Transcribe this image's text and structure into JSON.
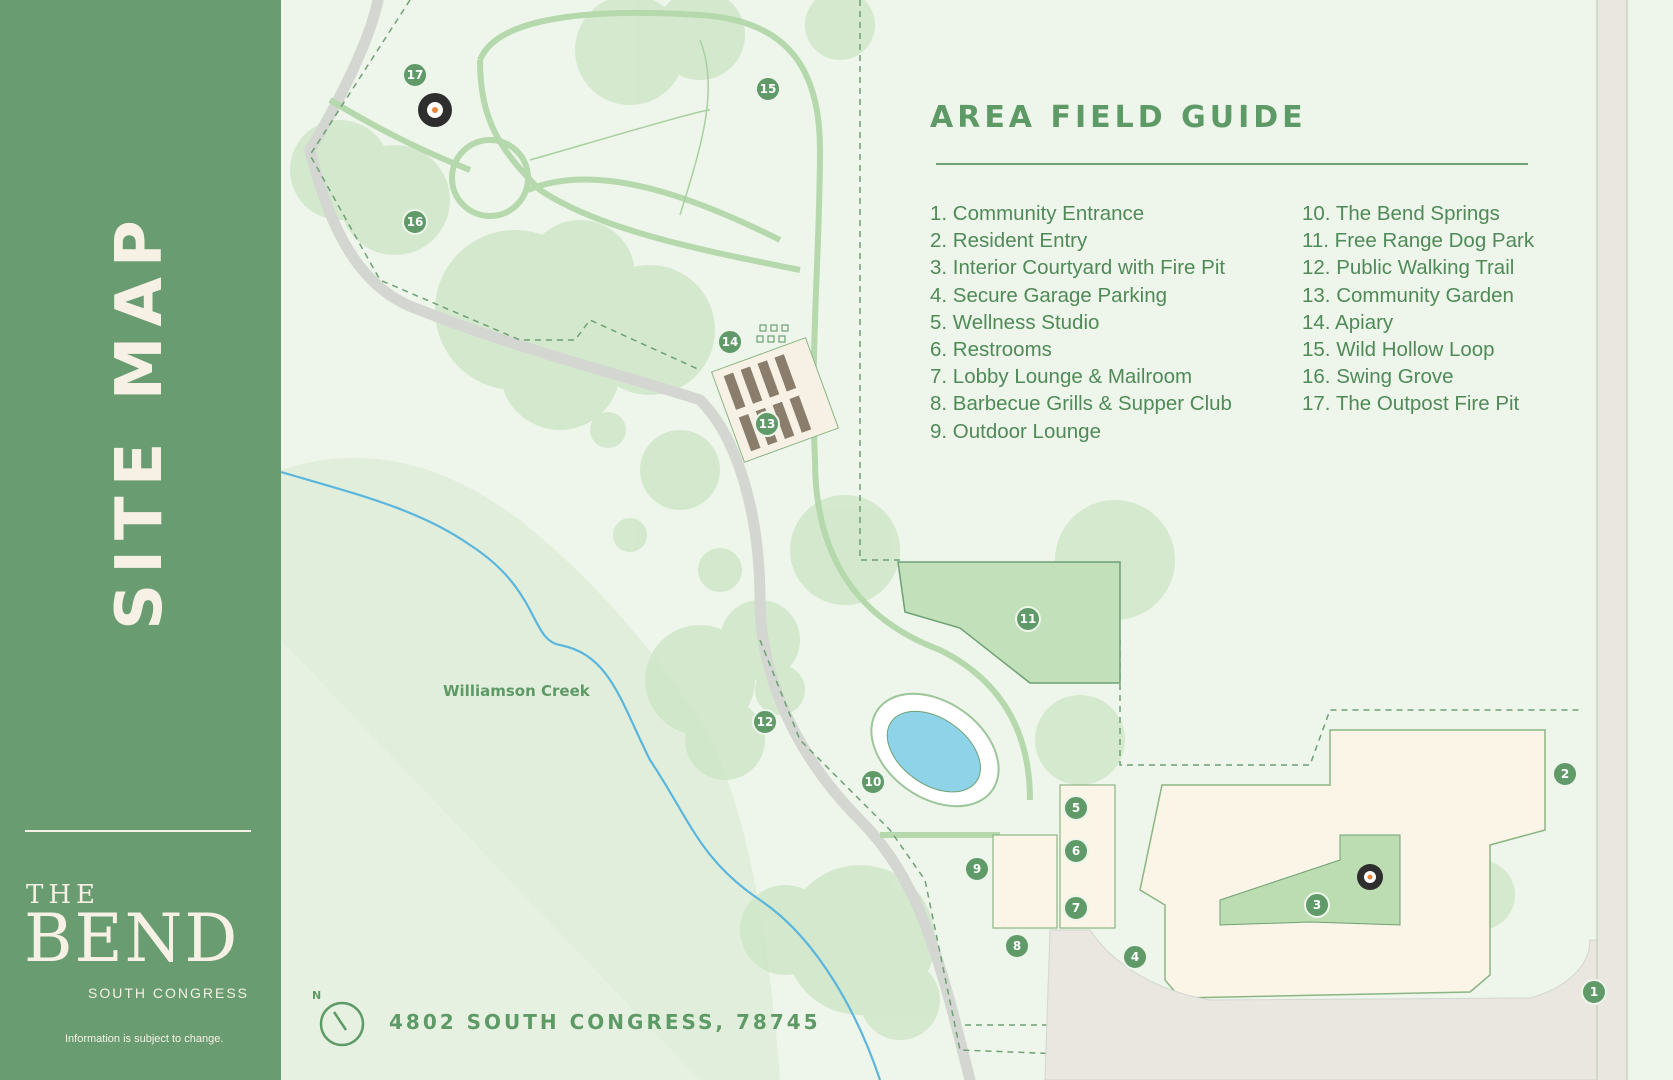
{
  "sidebar": {
    "title": "SITE MAP",
    "brand_the": "THE",
    "brand_name": "BEND",
    "brand_sub": "SOUTH CONGRESS",
    "disclaimer": "Information is subject to change."
  },
  "guide": {
    "title": "AREA FIELD GUIDE",
    "column_1": [
      "1. Community Entrance",
      "2. Resident Entry",
      "3. Interior Courtyard with Fire Pit",
      "4. Secure Garage Parking",
      "5. Wellness Studio",
      "6. Restrooms",
      "7. Lobby Lounge & Mailroom",
      "8. Barbecue Grills & Supper Club",
      "9. Outdoor Lounge"
    ],
    "column_2": [
      "10. The Bend Springs",
      "11. Free Range Dog Park",
      "12. Public Walking Trail",
      "13. Community Garden",
      "14. Apiary",
      "15. Wild Hollow Loop",
      "16. Swing Grove",
      "17. The Outpost Fire Pit"
    ]
  },
  "map": {
    "creek_label": "Williamson Creek",
    "address": "4802 SOUTH CONGRESS, 78745",
    "compass_label": "N",
    "markers": [
      "1",
      "2",
      "3",
      "4",
      "5",
      "6",
      "7",
      "8",
      "9",
      "10",
      "11",
      "12",
      "13",
      "14",
      "15",
      "16",
      "17"
    ]
  },
  "colors": {
    "sidebar": "#699d71",
    "accent": "#5e9a66",
    "background": "#eef5ea",
    "pool": "#8fd3e8",
    "building": "#faf5e6",
    "creek": "#5bb6dd"
  }
}
